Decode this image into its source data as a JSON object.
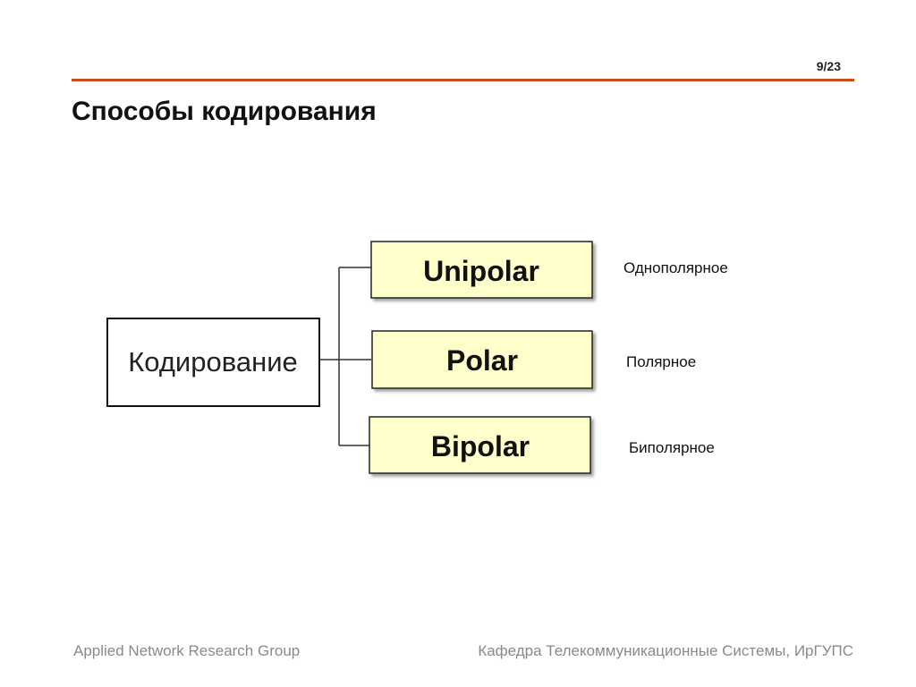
{
  "slide": {
    "number": "9/23",
    "title": "Способы кодирования",
    "accent_color": "#cc4a1c"
  },
  "diagram": {
    "root": "Кодирование",
    "branches": [
      {
        "label": "Unipolar",
        "translation": "Однополярное"
      },
      {
        "label": "Polar",
        "translation": "Полярное"
      },
      {
        "label": "Bipolar",
        "translation": "Биполярное"
      }
    ],
    "box_fill": "#ffffcc"
  },
  "footer": {
    "left": "Applied Network Research Group",
    "right": "Кафедра Телекоммуникационные Системы, ИрГУПС"
  }
}
